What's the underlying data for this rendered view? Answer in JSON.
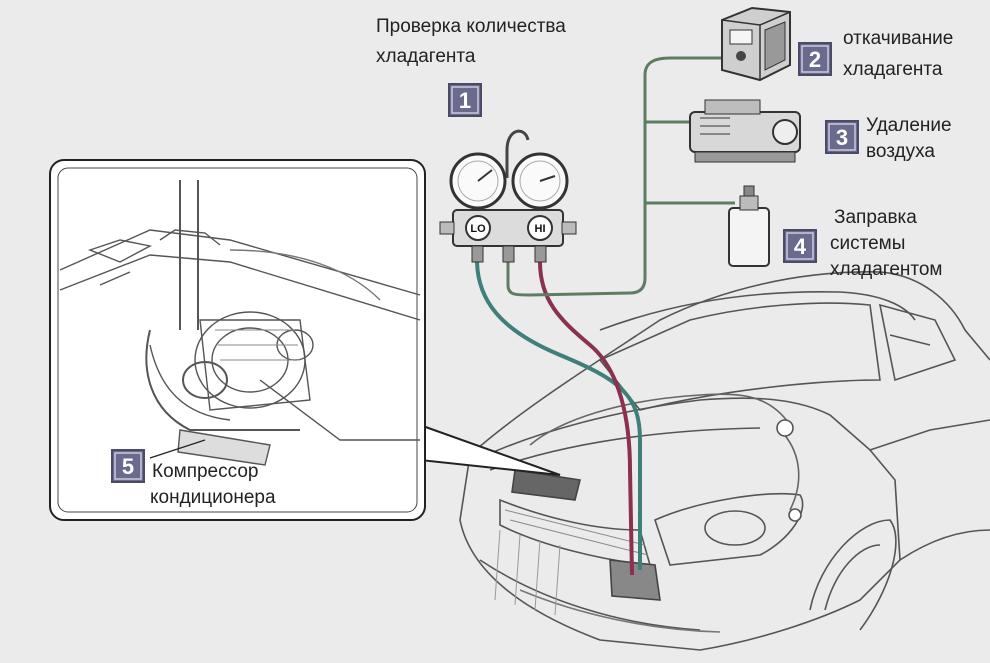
{
  "steps": [
    {
      "number": "1",
      "lines": [
        "Проверка количества",
        "хладагента"
      ]
    },
    {
      "number": "2",
      "lines": [
        "откачивание",
        "хладагента"
      ]
    },
    {
      "number": "3",
      "lines": [
        "Удаление",
        "воздуха"
      ]
    },
    {
      "number": "4",
      "lines": [
        "Заправка",
        "системы",
        "хладагентом"
      ]
    },
    {
      "number": "5",
      "lines": [
        "Компрессор",
        "кондиционера"
      ]
    }
  ],
  "gauges": {
    "low_label": "LO",
    "high_label": "HI"
  },
  "colors": {
    "low_hose": "#3f7f7a",
    "high_hose": "#8a3050",
    "service_hose": "#5d7d62",
    "badge": "#6a6a8e",
    "background": "#ebebeb"
  }
}
